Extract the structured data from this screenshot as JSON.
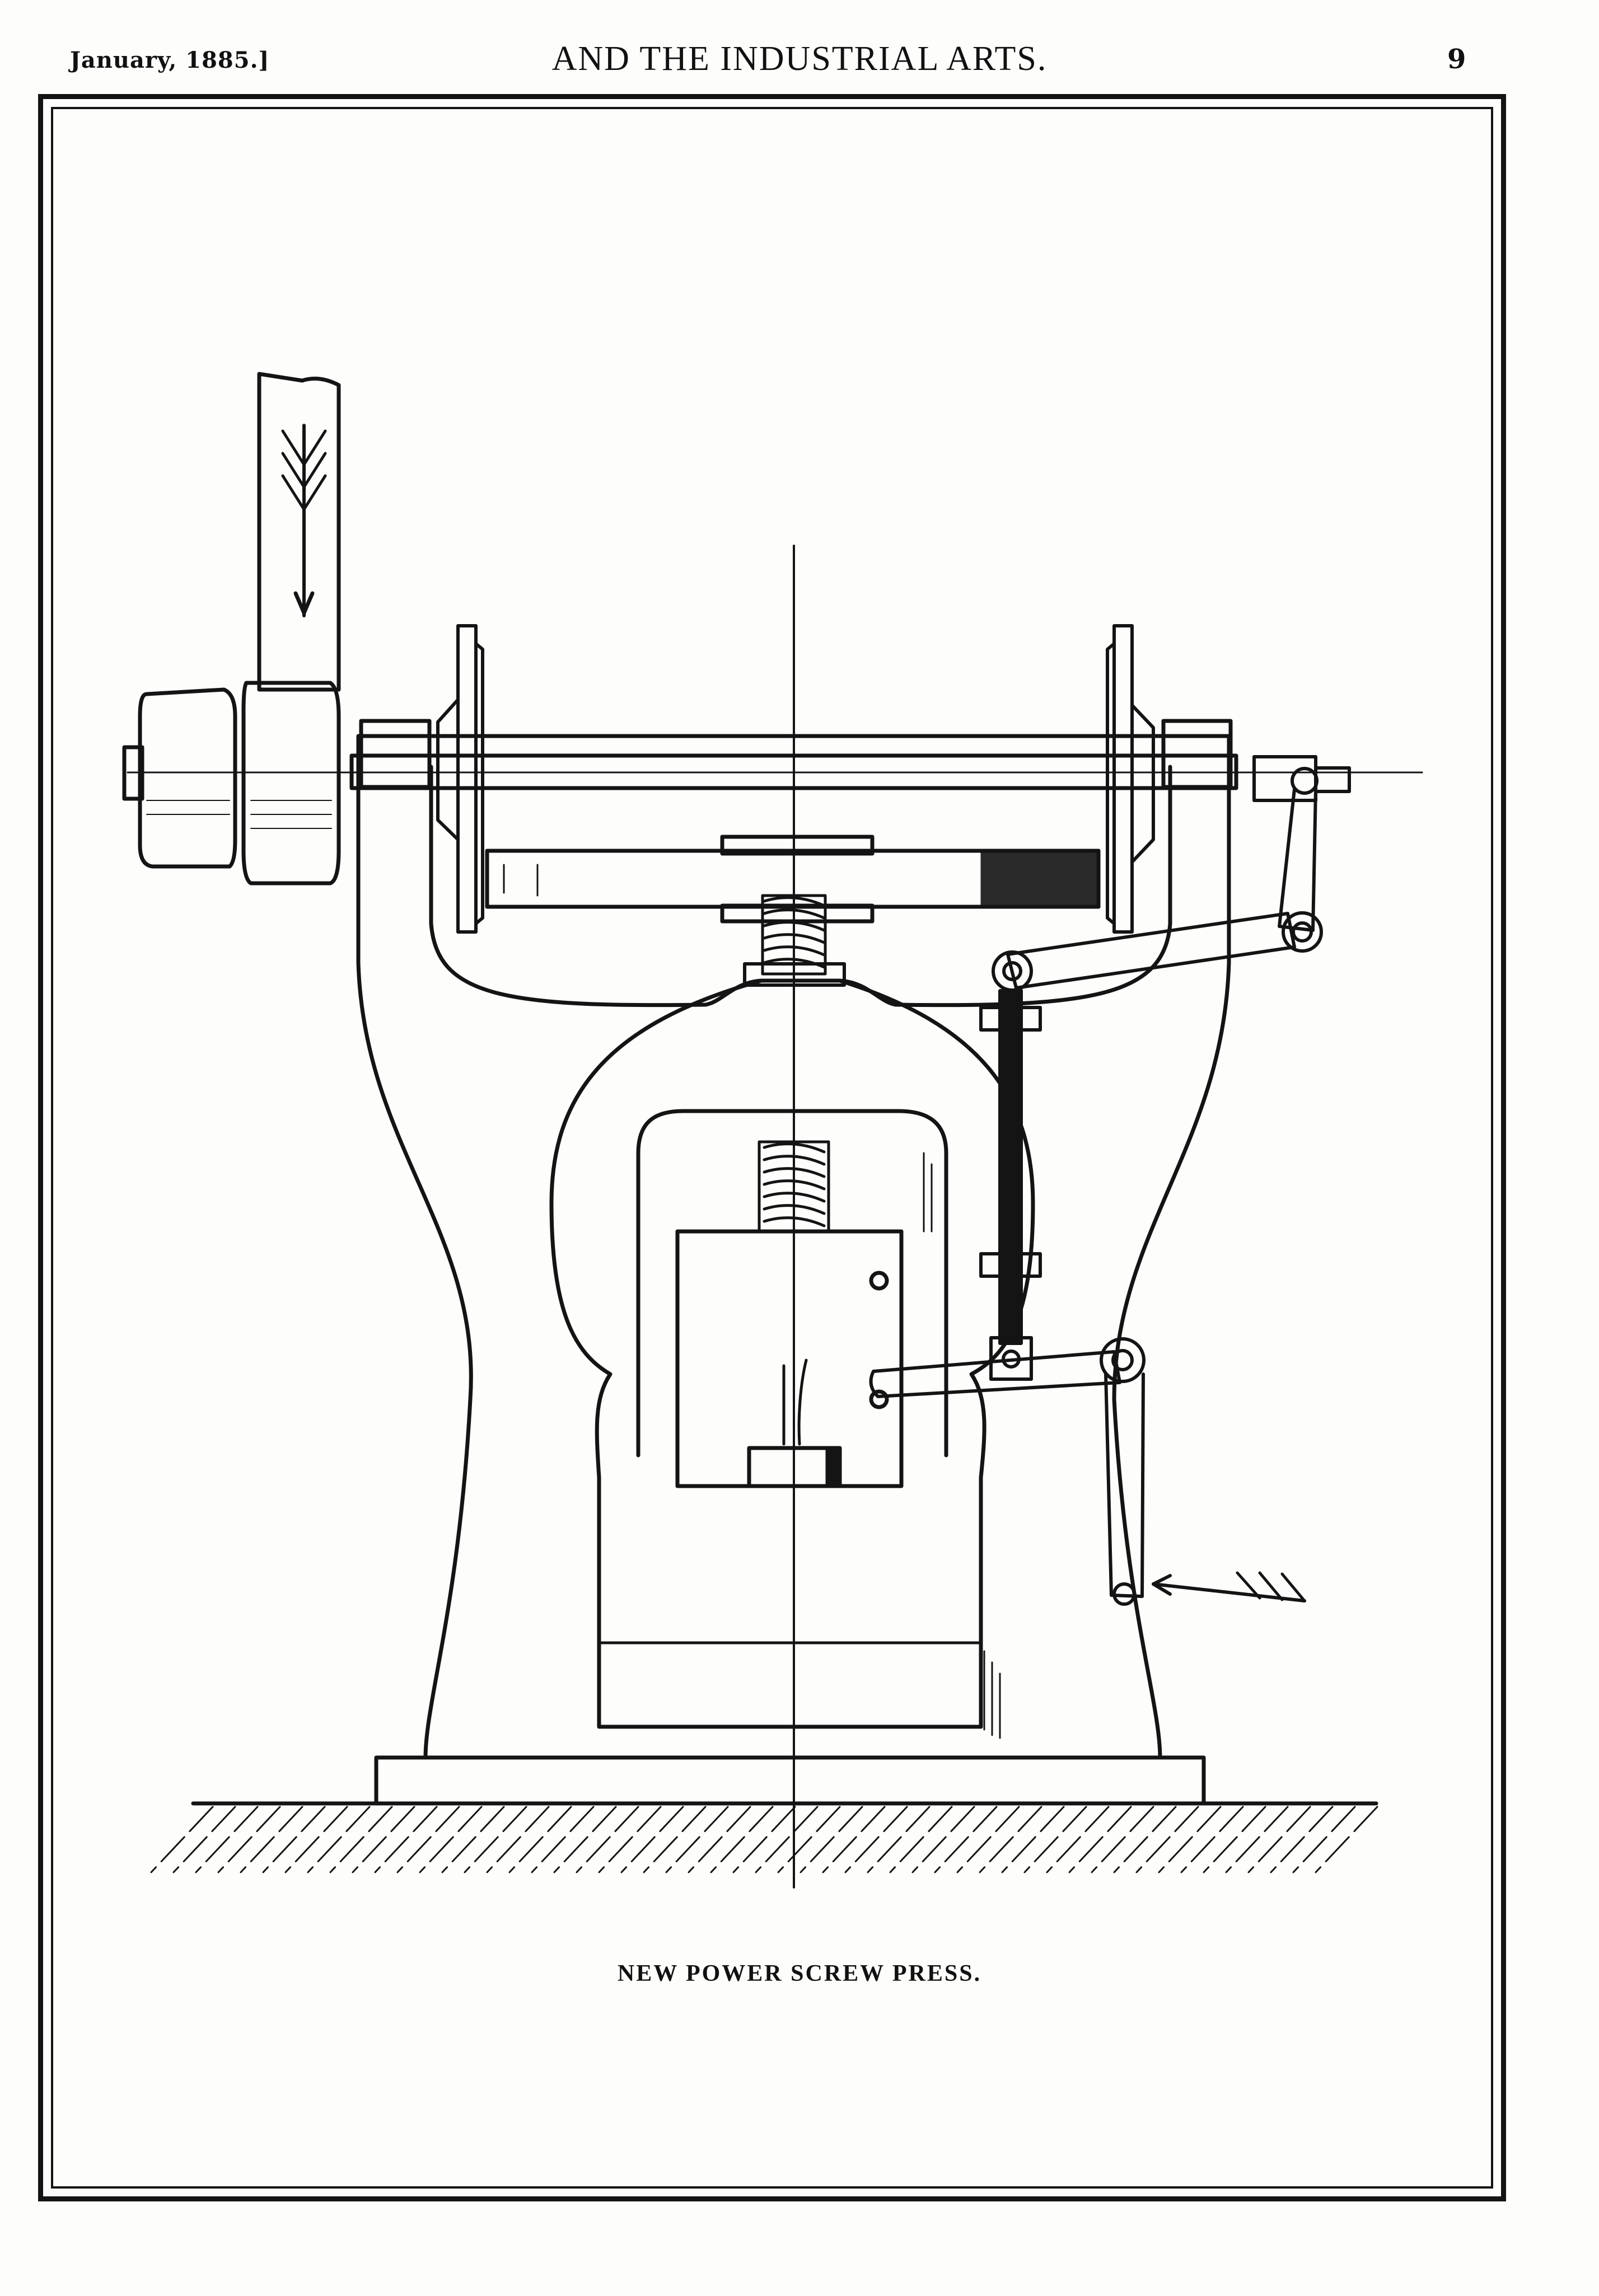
{
  "header": {
    "date": "January, 1885.]",
    "title": "AND THE INDUSTRIAL ARTS.",
    "page_number": "9"
  },
  "figure": {
    "caption": "NEW POWER SCREW PRESS.",
    "subject": "power-screw-press-engraving"
  },
  "colors": {
    "ink": "#141414",
    "paper": "#fdfdfb"
  }
}
